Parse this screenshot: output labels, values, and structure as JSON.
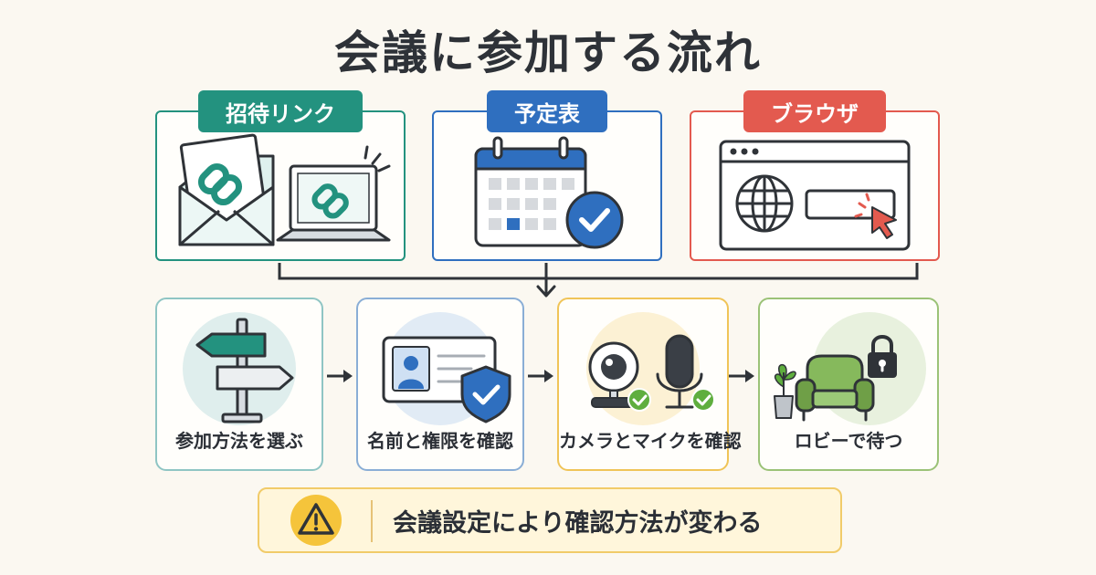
{
  "title": "会議に参加する流れ",
  "sources": [
    {
      "label": "招待リンク",
      "color": "#23927f",
      "icons": [
        "envelope-icon",
        "link-icon",
        "laptop-icon"
      ]
    },
    {
      "label": "予定表",
      "color": "#2f6fbf",
      "icons": [
        "calendar-icon",
        "checkmark-icon"
      ]
    },
    {
      "label": "ブラウザ",
      "color": "#e35a4f",
      "icons": [
        "browser-window-icon",
        "globe-icon",
        "cursor-icon"
      ]
    }
  ],
  "steps": [
    {
      "label": "参加方法を選ぶ",
      "color": "#8fc5c4",
      "icons": [
        "signpost-icon"
      ]
    },
    {
      "label": "名前と権限を確認",
      "color": "#8aaed6",
      "icons": [
        "id-card-icon",
        "shield-check-icon"
      ]
    },
    {
      "label": "カメラとマイクを確認",
      "color": "#f0c458",
      "icons": [
        "webcam-icon",
        "microphone-icon",
        "check-badge-icon"
      ]
    },
    {
      "label": "ロビーで待つ",
      "color": "#9bc277",
      "icons": [
        "armchair-icon",
        "plant-icon",
        "lock-icon"
      ]
    }
  ],
  "note": {
    "text": "会議設定により確認方法が変わる",
    "icon": "warning-icon",
    "color": "#f5c43b"
  }
}
